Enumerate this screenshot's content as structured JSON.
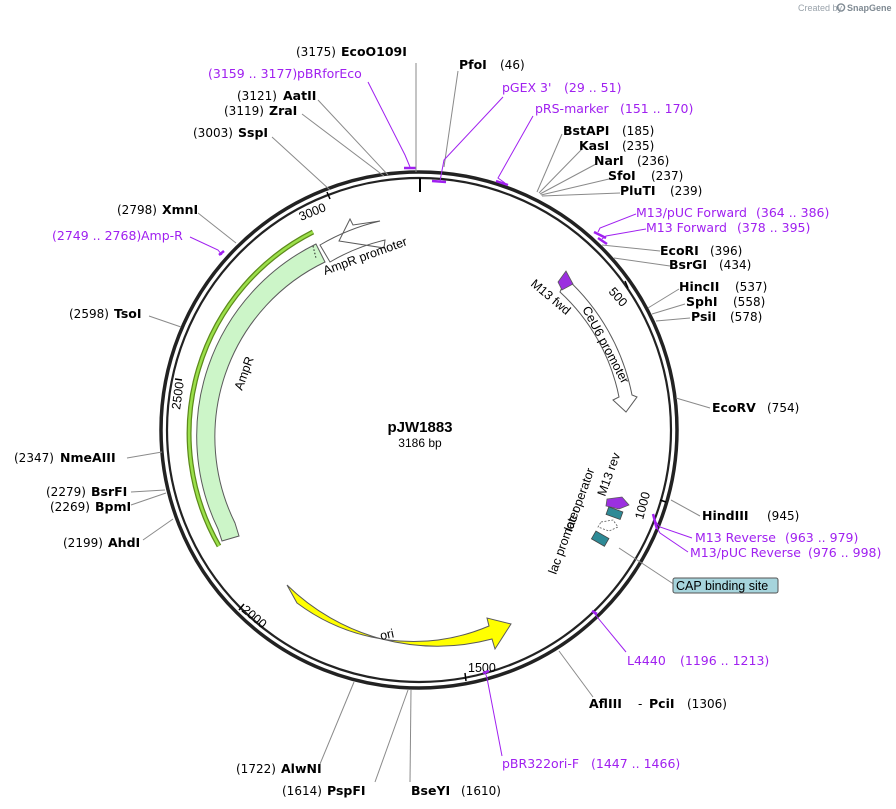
{
  "branding": {
    "created_by": "Created by",
    "product": "SnapGene"
  },
  "plasmid": {
    "name": "pJW1883",
    "size": "3186 bp"
  },
  "ticks": [
    "500",
    "1000",
    "1500",
    "2000",
    "2500",
    "3000"
  ],
  "sites": [
    {
      "name": "EcoO109I",
      "coord": "(3175)"
    },
    {
      "name": "PfoI",
      "coord": "(46)"
    },
    {
      "name": "AatII",
      "coord": "(3121)"
    },
    {
      "name": "ZraI",
      "coord": "(3119)"
    },
    {
      "name": "SspI",
      "coord": "(3003)"
    },
    {
      "name": "BstAPI",
      "coord": "(185)"
    },
    {
      "name": "KasI",
      "coord": "(235)"
    },
    {
      "name": "NarI",
      "coord": "(236)"
    },
    {
      "name": "SfoI",
      "coord": "(237)"
    },
    {
      "name": "PluTI",
      "coord": "(239)"
    },
    {
      "name": "XmnI",
      "coord": "(2798)"
    },
    {
      "name": "EcoRI",
      "coord": "(396)"
    },
    {
      "name": "BsrGI",
      "coord": "(434)"
    },
    {
      "name": "HincII",
      "coord": "(537)"
    },
    {
      "name": "SphI",
      "coord": "(558)"
    },
    {
      "name": "PsiI",
      "coord": "(578)"
    },
    {
      "name": "TsoI",
      "coord": "(2598)"
    },
    {
      "name": "EcoRV",
      "coord": "(754)"
    },
    {
      "name": "NmeAIII",
      "coord": "(2347)"
    },
    {
      "name": "BsrFI",
      "coord": "(2279)"
    },
    {
      "name": "BpmI",
      "coord": "(2269)"
    },
    {
      "name": "HindIII",
      "coord": "(945)"
    },
    {
      "name": "AhdI",
      "coord": "(2199)"
    },
    {
      "name": "AflIII",
      "coord": "(1306)"
    },
    {
      "name": "PciI",
      "coord": "(1306)"
    },
    {
      "name": "AlwNI",
      "coord": "(1722)"
    },
    {
      "name": "PspFI",
      "coord": "(1614)"
    },
    {
      "name": "BseYI",
      "coord": "(1610)"
    }
  ],
  "primers": [
    {
      "name": "pBRforEco",
      "range": "(3159 .. 3177)"
    },
    {
      "name": "pGEX 3'",
      "range": "(29 .. 51)"
    },
    {
      "name": "pRS-marker",
      "range": "(151 .. 170)"
    },
    {
      "name": "M13/pUC Forward",
      "range": "(364 .. 386)"
    },
    {
      "name": "M13 Forward",
      "range": "(378 .. 395)"
    },
    {
      "name": "Amp-R",
      "range": "(2749 .. 2768)"
    },
    {
      "name": "M13 Reverse",
      "range": "(963 .. 979)"
    },
    {
      "name": "M13/pUC Reverse",
      "range": "(976 .. 998)"
    },
    {
      "name": "L4440",
      "range": "(1196 .. 1213)"
    },
    {
      "name": "pBR322ori-F",
      "range": "(1447 .. 1466)"
    }
  ],
  "features": [
    {
      "name": "AmpR promoter"
    },
    {
      "name": "AmpR"
    },
    {
      "name": "CeU6 promoter"
    },
    {
      "name": "M13 fwd"
    },
    {
      "name": "ori"
    },
    {
      "name": "M13 rev"
    },
    {
      "name": "lac operator"
    },
    {
      "name": "lac promoter"
    },
    {
      "name": "CAP binding site"
    }
  ],
  "colors": {
    "backbone": "#222222",
    "amp_fill": "#ccf5c8",
    "amp_outline": "#5a5a5a",
    "amp_highlight": "#9be04a",
    "ori_fill": "#ffff00",
    "primer": "#a020f0",
    "lac_box": "#2e8a96",
    "cap_box": "#a6d4dc",
    "promoter_fill": "#ffffff",
    "leader_line": "#8a8a8a"
  }
}
